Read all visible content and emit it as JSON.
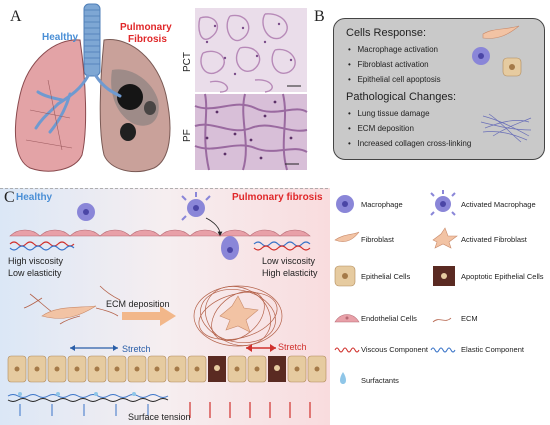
{
  "panel_a": {
    "letter": "A",
    "healthy_label": "Healthy",
    "pf_label_line1": "Pulmonary",
    "pf_label_line2": "Fibrosis",
    "histology": [
      "PCT",
      "PF"
    ]
  },
  "panel_b": {
    "letter": "B",
    "cells_title": "Cells Response:",
    "cells_items": [
      "Macrophage activation",
      "Fibroblast activation",
      "Epithelial cell apoptosis"
    ],
    "path_title": "Pathological Changes:",
    "path_items": [
      "Lung tissue damage",
      "ECM deposition",
      "Increased collagen cross-linking"
    ]
  },
  "panel_c": {
    "letter": "C",
    "healthy_label": "Healthy",
    "pf_label": "Pulmonary fibrosis",
    "left_props": [
      "High viscosity",
      "Low elasticity"
    ],
    "right_props": [
      "Low viscosity",
      "High elasticity"
    ],
    "ecm_deposition": "ECM deposition",
    "stretch": "Stretch",
    "surface_tension": "Surface tension"
  },
  "legend": [
    {
      "label": "Macrophage",
      "icon": "macrophage-icon"
    },
    {
      "label": "Activated Macrophage",
      "icon": "activated-macrophage-icon"
    },
    {
      "label": "Fibroblast",
      "icon": "fibroblast-icon"
    },
    {
      "label": "Activated Fibroblast",
      "icon": "activated-fibroblast-icon"
    },
    {
      "label": "Epithelial Cells",
      "icon": "epithelial-cell-icon"
    },
    {
      "label": "Apoptotic Epithelial Cells",
      "icon": "apoptotic-epithelial-icon"
    },
    {
      "label": "Endothelial Cells",
      "icon": "endothelial-cell-icon"
    },
    {
      "label": "ECM",
      "icon": "ecm-icon"
    },
    {
      "label": "Viscous Component",
      "icon": "viscous-component-icon"
    },
    {
      "label": "Elastic Component",
      "icon": "elastic-component-icon"
    },
    {
      "label": "Surfactants",
      "icon": "surfactant-icon"
    }
  ],
  "colors": {
    "healthy": "#4a8fd6",
    "fibrosis": "#e0282a",
    "macrophage": "#8a86d8",
    "epithelial": "#e6cba0",
    "apoptotic": "#5a2a22",
    "endothelial": "#e8a0a8",
    "lung_pink": "#e3a3a6",
    "fibroblast": "#f2c3a4"
  }
}
